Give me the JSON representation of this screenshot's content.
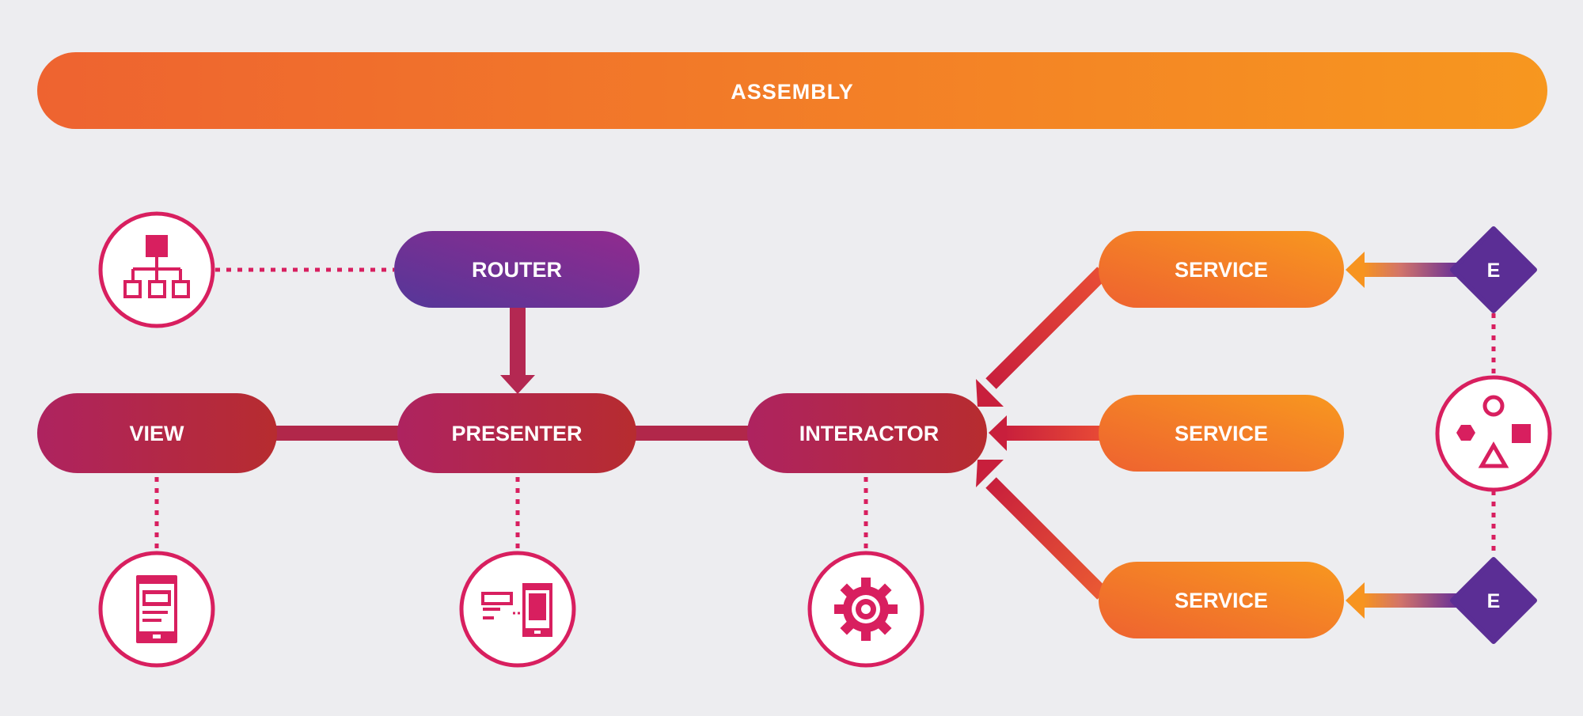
{
  "assembly": {
    "label": "ASSEMBLY"
  },
  "router": {
    "label": "ROUTER"
  },
  "view": {
    "label": "VIEW"
  },
  "presenter": {
    "label": "PRESENTER"
  },
  "interactor": {
    "label": "INTERACTOR"
  },
  "services": [
    {
      "label": "SERVICE"
    },
    {
      "label": "SERVICE"
    },
    {
      "label": "SERVICE"
    }
  ],
  "entities": [
    {
      "label": "E"
    },
    {
      "label": "E"
    }
  ],
  "icons": {
    "router": "sitemap-icon",
    "view": "mobile-screen-icon",
    "presenter": "presenter-devices-icon",
    "interactor": "gear-icon",
    "entity": "shapes-icon"
  },
  "colors": {
    "background": "#ededf0",
    "orange_start": "#ee6330",
    "orange_end": "#f7971f",
    "purple_start": "#5a3597",
    "purple_end": "#8e2a8f",
    "crimson_start": "#b0235c",
    "crimson_end": "#b42a33",
    "accent_pink": "#d81f5f",
    "entity_purple": "#5b2e95"
  }
}
